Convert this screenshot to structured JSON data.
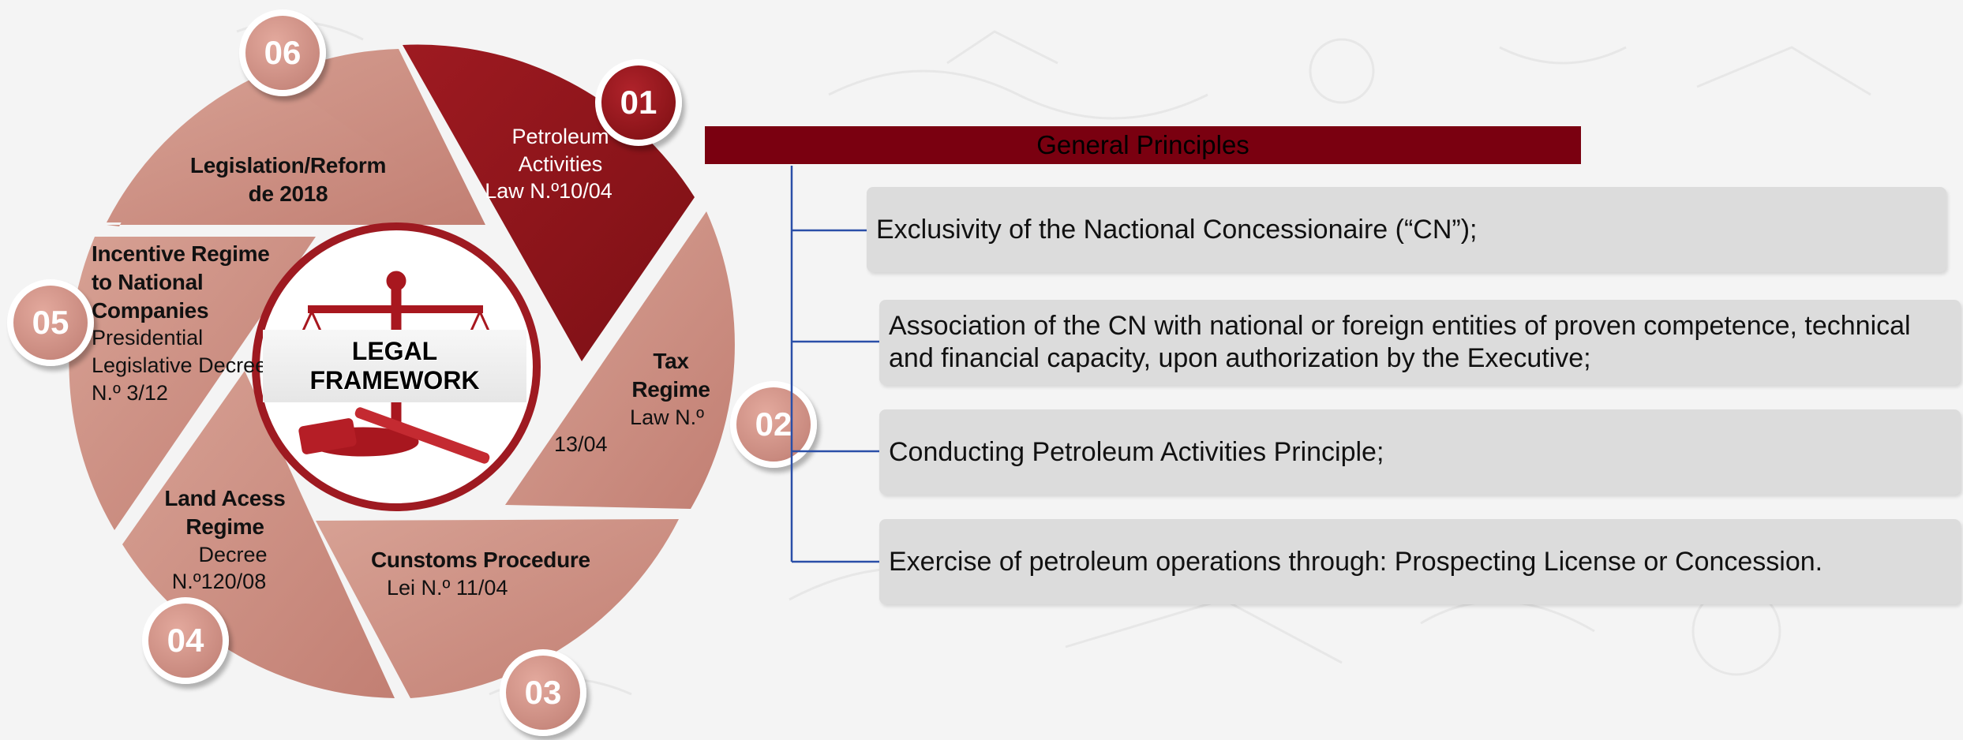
{
  "diagram": {
    "center_label": {
      "line1": "LEGAL",
      "line2": "FRAMEWORK"
    },
    "segments": [
      {
        "number": "01",
        "title_lines": [
          "Petroleum",
          "Activities"
        ],
        "law": "Law  N.º10/04"
      },
      {
        "number": "02",
        "title_lines": [
          "Tax",
          "Regime"
        ],
        "law_lines": [
          "Law N.º",
          "13/04"
        ]
      },
      {
        "number": "03",
        "title": "Cunstoms Procedure",
        "law": "Lei N.º 11/04"
      },
      {
        "number": "04",
        "title_lines": [
          "Land Acess",
          "Regime"
        ],
        "law_lines": [
          "Decree",
          "N.º120/08"
        ]
      },
      {
        "number": "05",
        "title_lines": [
          "Incentive Regime",
          "to National",
          "Companies"
        ],
        "law_lines": [
          "Presidential",
          "Legislative Decree",
          "N.º 3/12"
        ]
      },
      {
        "number": "06",
        "title_lines": [
          "Legislation/Reform",
          "de 2018"
        ]
      }
    ]
  },
  "principles": {
    "header": "General Principles",
    "items": [
      {
        "text": "Exclusivity of the Nactional Concessionaire (“CN”);"
      },
      {
        "text_lines": [
          "Association of the CN with national or foreign entities of proven competence, technical",
          "and financial capacity, upon authorization by the Executive;"
        ]
      },
      {
        "text": "Conducting Petroleum Activities Principle;"
      },
      {
        "text": "Exercise of petroleum operations through: Prospecting License or Concession."
      }
    ]
  },
  "colors": {
    "dark_red": "#8b1419",
    "light_segment": "#c98a7f",
    "header_bg": "#7a0010",
    "box_bg": "#dcdcdc",
    "connector": "#2a4fa8"
  },
  "icons": [
    "scales-of-justice-icon",
    "gavel-icon"
  ]
}
